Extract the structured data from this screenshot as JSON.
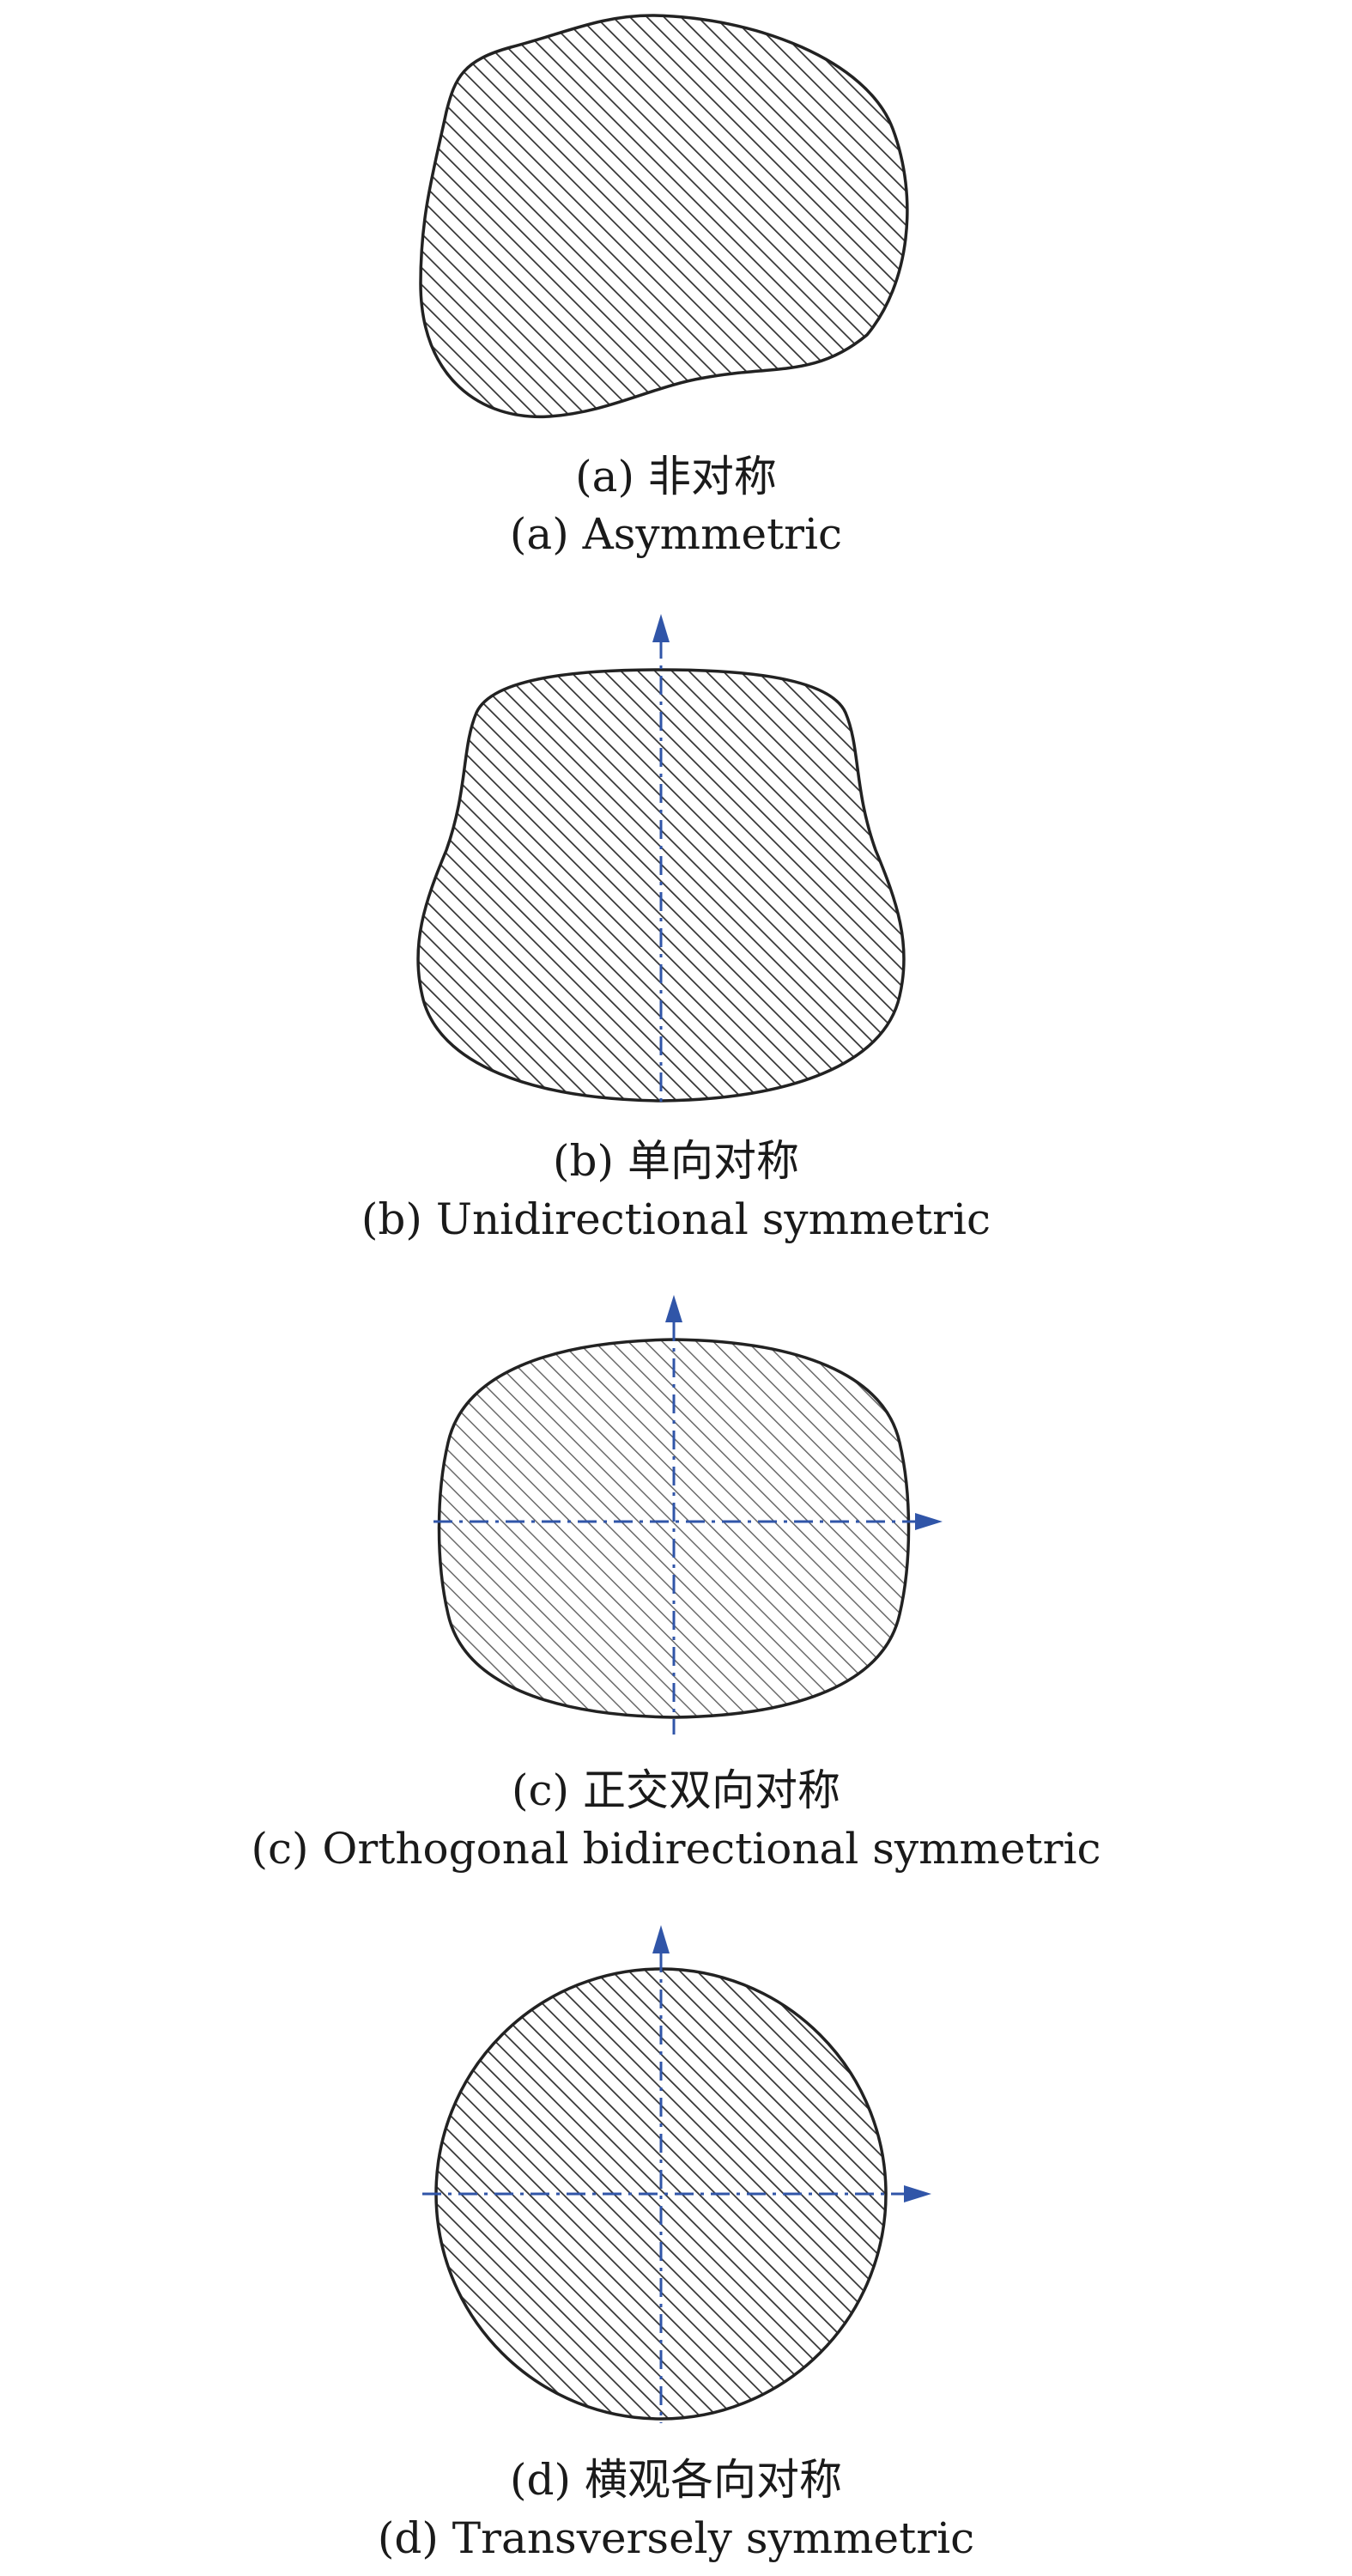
{
  "colors": {
    "axis": "#3055a8",
    "outline": "#222222",
    "hatch": "#333333",
    "background": "#ffffff"
  },
  "panels": [
    {
      "id": "a",
      "caption_zh": "(a) 非对称",
      "caption_en": "(a) Asymmetric",
      "axes": "none"
    },
    {
      "id": "b",
      "caption_zh": "(b) 单向对称",
      "caption_en": "(b) Unidirectional symmetric",
      "axes": "vertical"
    },
    {
      "id": "c",
      "caption_zh": "(c) 正交双向对称",
      "caption_en": "(c) Orthogonal bidirectional symmetric",
      "axes": "vertical and horizontal"
    },
    {
      "id": "d",
      "caption_zh": "(d) 横观各向对称",
      "caption_en": "(d) Transversely symmetric",
      "axes": "vertical and horizontal"
    }
  ]
}
